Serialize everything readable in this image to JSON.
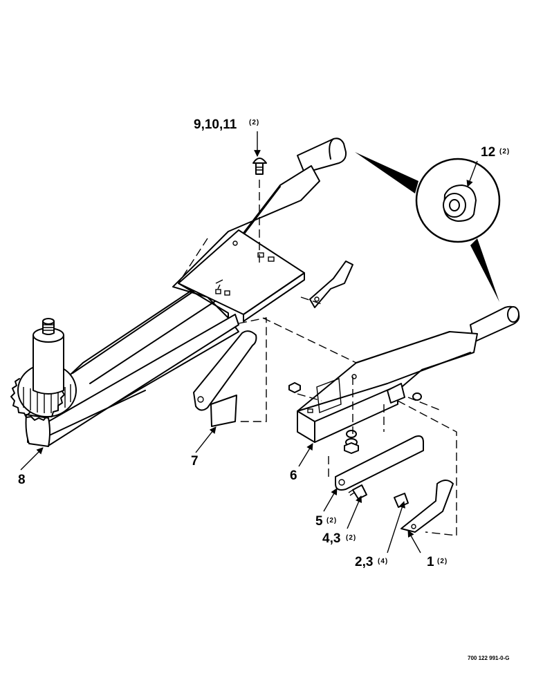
{
  "callouts": {
    "c1": {
      "num": "1",
      "qty": "(2)"
    },
    "c23": {
      "num": "2,3",
      "qty": "(4)"
    },
    "c43": {
      "num": "4,3",
      "qty": "(2)"
    },
    "c5": {
      "num": "5",
      "qty": "(2)"
    },
    "c6": {
      "num": "6"
    },
    "c7": {
      "num": "7"
    },
    "c8": {
      "num": "8"
    },
    "c91011": {
      "num": "9,10,11",
      "qty": "(2)"
    },
    "c12": {
      "num": "12",
      "qty": "(2)"
    }
  },
  "figure_ref": "700 122 991-0-G",
  "icons": {
    "leader_arrow": "arrow-icon",
    "detail_bubble": "detail-circle-icon"
  }
}
